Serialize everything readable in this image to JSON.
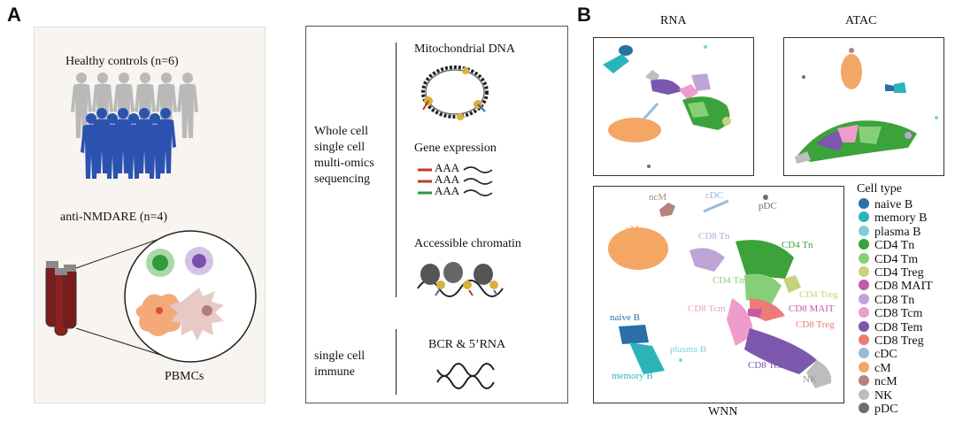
{
  "panel_a": {
    "letter": "A",
    "healthy_label": "Healthy controls (n=6)",
    "patients_label": "anti-NMDARE (n=4)",
    "pbmc_label": "PBMCs",
    "workflow": {
      "left_top": [
        "Whole cell",
        "single cell",
        "multi-omics",
        "sequencing"
      ],
      "left_bottom": [
        "single cell",
        "immune"
      ],
      "items": [
        {
          "label": "Mitochondrial DNA"
        },
        {
          "label": "Gene expression",
          "reads": [
            "AAA",
            "AAA",
            "AAA"
          ]
        },
        {
          "label": "Accessible chromatin"
        },
        {
          "label": "BCR & 5’RNA"
        }
      ]
    }
  },
  "panel_b": {
    "letter": "B",
    "titles": {
      "rna": "RNA",
      "atac": "ATAC",
      "wnn": "WNN"
    },
    "legend_title": "Cell type",
    "cell_types": [
      {
        "name": "naive B",
        "color": "#2a6fa6"
      },
      {
        "name": "memory B",
        "color": "#2bb5b8"
      },
      {
        "name": "plasma B",
        "color": "#7fcfd8"
      },
      {
        "name": "CD4 Tn",
        "color": "#3ba33a"
      },
      {
        "name": "CD4 Tm",
        "color": "#86cf78"
      },
      {
        "name": "CD4 Treg",
        "color": "#c8d27a"
      },
      {
        "name": "CD8 MAIT",
        "color": "#c659a3"
      },
      {
        "name": "CD8 Tn",
        "color": "#c0a4d6"
      },
      {
        "name": "CD8 Tcm",
        "color": "#ef9ccc"
      },
      {
        "name": "CD8 Tem",
        "color": "#7b58ad"
      },
      {
        "name": "CD8 Treg",
        "color": "#ec7b79"
      },
      {
        "name": "cDC",
        "color": "#9bbad8"
      },
      {
        "name": "cM",
        "color": "#f4a664"
      },
      {
        "name": "ncM",
        "color": "#b5827d"
      },
      {
        "name": "NK",
        "color": "#bdbdbd"
      },
      {
        "name": "pDC",
        "color": "#6e6e6e"
      }
    ],
    "wnn_labels": {
      "ncM": "ncM",
      "cDC": "cDC",
      "pDC": "pDC",
      "cM": "cM",
      "CD8Tn": "CD8 Tn",
      "CD4Tn": "CD4 Tn",
      "CD4Tm": "CD4 Tm",
      "CD4Treg": "CD4 Treg",
      "CD8Tcm": "CD8 Tcm",
      "CD8MAIT": "CD8 MAIT",
      "CD8Treg": "CD8 Treg",
      "naiveB": "naive B",
      "plasmaB": "plasma B",
      "memoryB": "memory B",
      "CD8Tem": "CD8 Tem",
      "NK": "NK"
    }
  }
}
